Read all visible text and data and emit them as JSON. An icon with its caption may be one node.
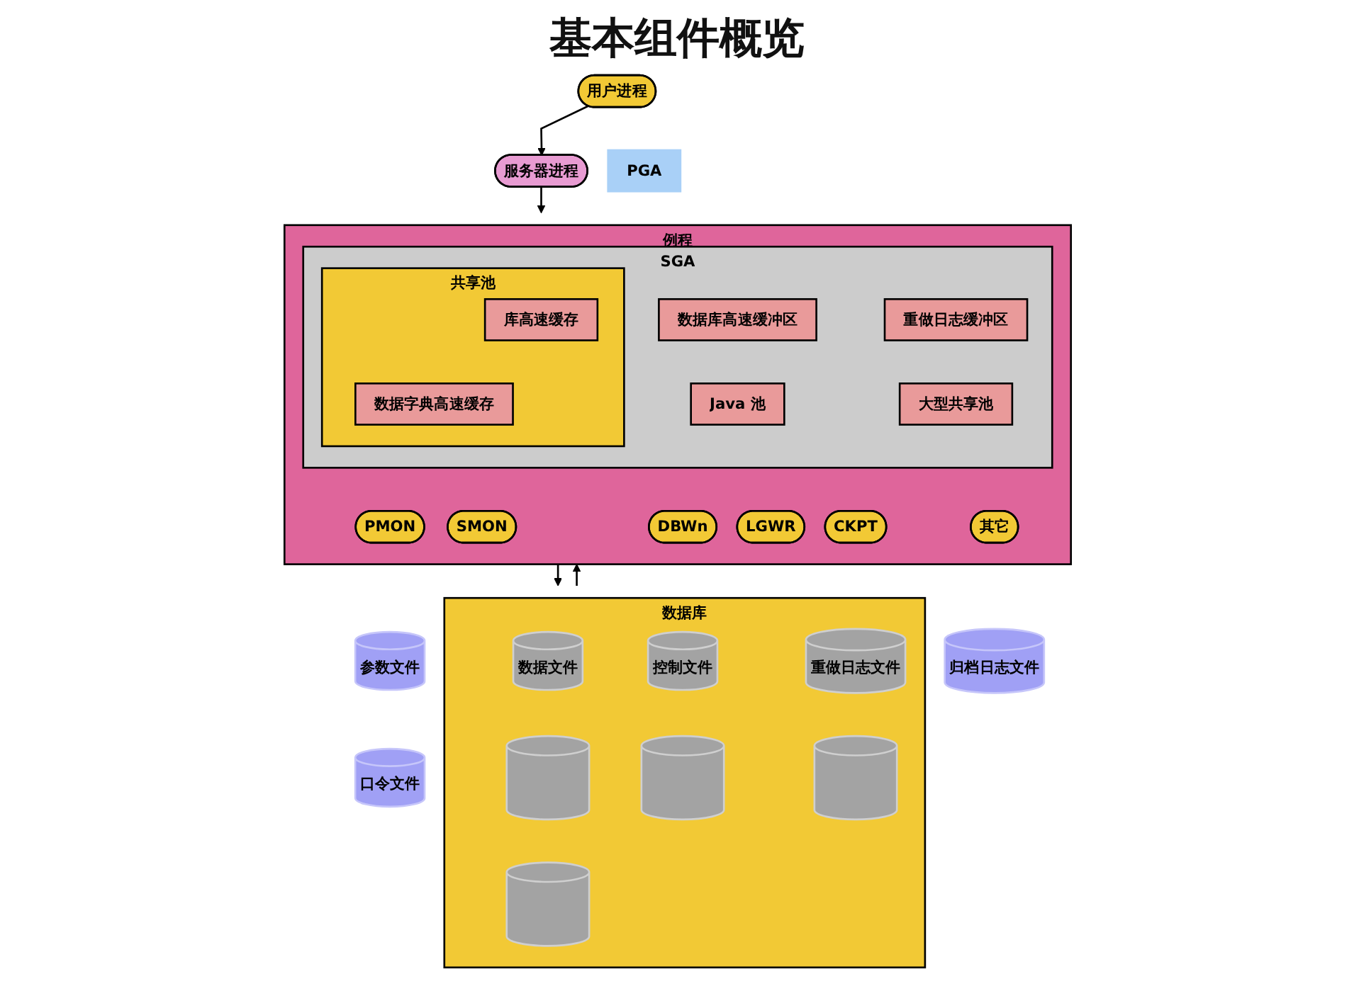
{
  "diagram": {
    "title": "基本组件概览",
    "nodes": [
      {
        "text": [
          "用户进程"
        ]
      },
      {
        "text": [
          "服务器进程"
        ]
      },
      {
        "text": [
          "PGA"
        ]
      },
      {
        "text": [
          "例程"
        ]
      },
      {
        "text": [
          "SGA"
        ],
        "in": 3
      },
      {
        "text": [
          "共享池"
        ],
        "in": 4
      },
      {
        "text": [
          "库高速缓存"
        ],
        "in": 5
      },
      {
        "text": [
          "数据字典高速缓存"
        ],
        "in": 5
      },
      {
        "text": [
          "数据库高速缓冲区"
        ],
        "in": 4
      },
      {
        "text": [
          "重做日志缓冲区"
        ],
        "in": 4
      },
      {
        "text": [
          "Java 池"
        ],
        "in": 4
      },
      {
        "text": [
          "大型共享池"
        ],
        "in": 4
      },
      {
        "text": [
          "PMON"
        ],
        "in": 3
      },
      {
        "text": [
          "SMON"
        ],
        "in": 3
      },
      {
        "text": [
          "DBWn"
        ],
        "in": 3
      },
      {
        "text": [
          "LGWR"
        ],
        "in": 3
      },
      {
        "text": [
          "CKPT"
        ],
        "in": 3
      },
      {
        "text": [
          "其它"
        ],
        "in": 3
      },
      {
        "text": [
          "参数文件"
        ]
      },
      {
        "text": [
          "口令文件"
        ]
      },
      {
        "text": [
          "数据库"
        ]
      },
      {
        "text": [
          "数据文件"
        ],
        "in": 20
      },
      {
        "text": [
          "控制文件"
        ],
        "in": 20
      },
      {
        "text": [
          "重做日志文件"
        ],
        "in": 20
      },
      {
        "text": [],
        "shape": "cylinder",
        "in": 20
      },
      {
        "text": [],
        "shape": "cylinder",
        "in": 20
      },
      {
        "text": [],
        "shape": "cylinder",
        "in": 20
      },
      {
        "text": [],
        "shape": "cylinder",
        "in": 20
      },
      {
        "text": [
          "归档日志文件"
        ]
      }
    ],
    "edges": [
      {
        "from": 0,
        "to": 1,
        "arrow": "to"
      },
      {
        "from": 1,
        "to": 3,
        "arrow": "to"
      },
      {
        "from": 3,
        "to": 20,
        "arrow": "to"
      },
      {
        "from": 20,
        "to": 3,
        "arrow": "to"
      }
    ]
  }
}
